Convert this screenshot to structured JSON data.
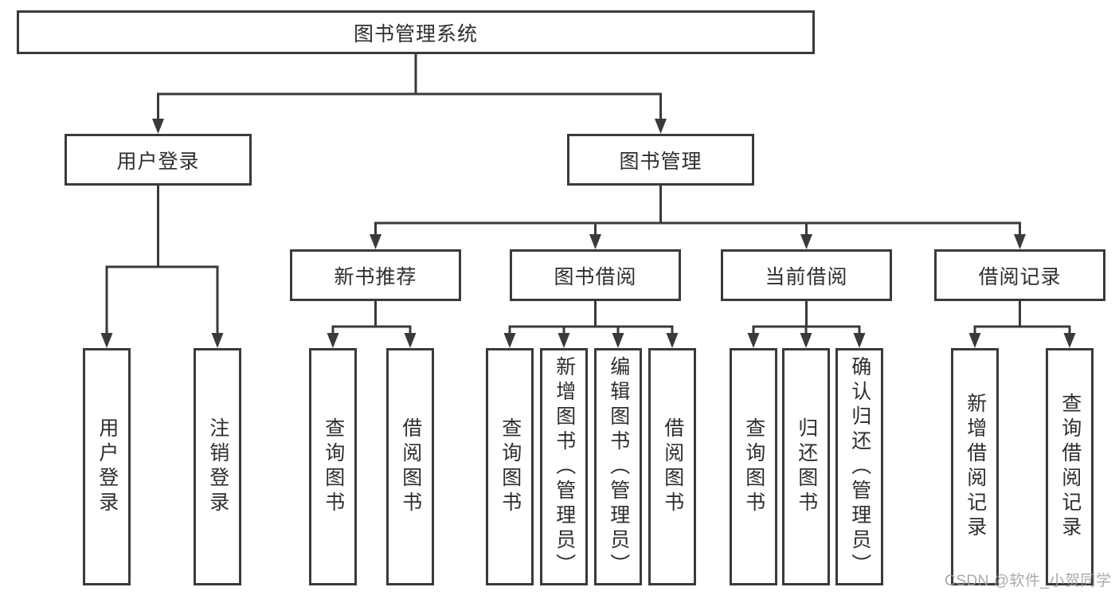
{
  "diagram_title": "图书管理系统",
  "watermark": "CSDN @软件_小贺同学",
  "colors": {
    "line": "#3a3a3a",
    "box_border": "#3a3a3a",
    "box_fill": "#ffffff",
    "text": "#2e2e2e",
    "watermark": "#9e9e9e"
  },
  "tree": {
    "label": "图书管理系统",
    "children": [
      {
        "label": "用户登录",
        "children": [
          {
            "label": "用户登录"
          },
          {
            "label": "注销登录"
          }
        ]
      },
      {
        "label": "图书管理",
        "children": [
          {
            "label": "新书推荐",
            "children": [
              {
                "label": "查询图书"
              },
              {
                "label": "借阅图书"
              }
            ]
          },
          {
            "label": "图书借阅",
            "children": [
              {
                "label": "查询图书"
              },
              {
                "label": "新增图书（管理员）"
              },
              {
                "label": "编辑图书（管理员）"
              },
              {
                "label": "借阅图书"
              }
            ]
          },
          {
            "label": "当前借阅",
            "children": [
              {
                "label": "查询图书"
              },
              {
                "label": "归还图书"
              },
              {
                "label": "确认归还（管理员）"
              }
            ]
          },
          {
            "label": "借阅记录",
            "children": [
              {
                "label": "新增借阅记录"
              },
              {
                "label": "查询借阅记录"
              }
            ]
          }
        ]
      }
    ]
  }
}
